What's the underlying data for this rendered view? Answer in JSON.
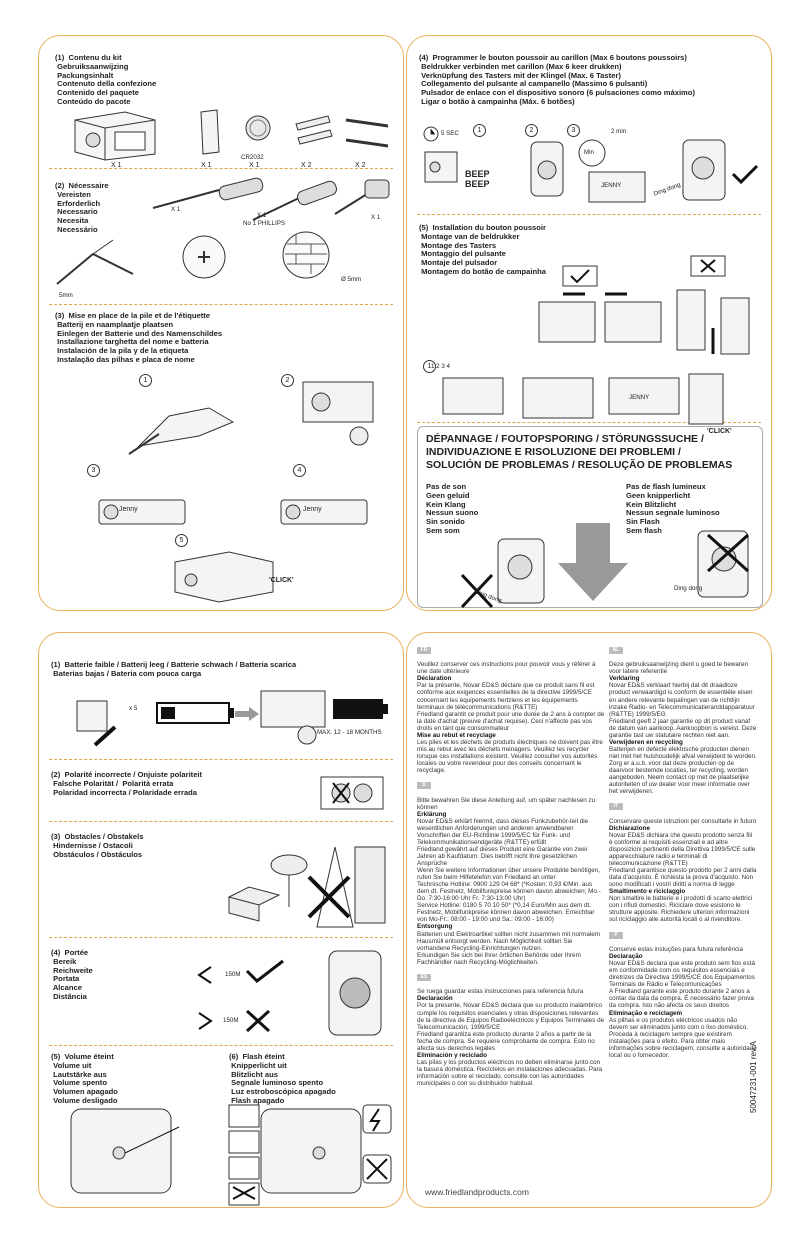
{
  "top_left": {
    "s1": {
      "title": "(1)  Contenu du kit\n Gebruiksaanwijzing\n Packungsinhalt\n Contenuto della confezione\n Contenido del paquete\n Conteúdo do pacote",
      "qty": [
        "X 1",
        "X 1",
        "X 1",
        "X 2",
        "X 2"
      ],
      "battery_label": "CR2032"
    },
    "s2": {
      "title": "(2)  Nécessaire\n Vereisten\n Erforderlich\n Necessario\n Necesita\n Necessário",
      "x1a": "X 1",
      "x1b": "X 1",
      "phillips": "No 1 PHILLIPS",
      "x1c": "X 1",
      "drill": "Ø 5mm",
      "depth": "5mm"
    },
    "s3": {
      "title": "(3)  Mise en place de la pile et de l'étiquette\n Batterij en naamplaatje plaatsen\n Einlegen der Batterie und des Namenschildes\n Installazione targhetta del nome e batteria\n Instalación de la pila y de la etiqueta\n Instalação das pilhas e placa de nome",
      "steps": [
        "1",
        "2",
        "3",
        "4",
        "5"
      ],
      "name_label": "Jenny",
      "click": "'CLICK'"
    }
  },
  "top_right": {
    "s4": {
      "title": "(4)  Programmer le bouton poussoir au carillon (Max 6 boutons poussoirs)\n Beldrukker verbinden met carillon (Max 6 keer drukken)\n Verknüpfung des Tasters mit der Klingel (Max. 6 Taster)\n Collegamento del pulsante al campanello (Massimo 6 pulsanti)\n Pulsador de enlace con el dispositivo sonoro (6 pulsaciones como máximo)\n Ligar o botão à campainha (Máx. 6 botões)",
      "sec": "5 SEC",
      "steps": [
        "1",
        "2",
        "3"
      ],
      "min2": "2 min",
      "min": "Min",
      "beep1": "BEEP",
      "beep2": "BEEP",
      "name_label": "JENNY",
      "dingdong": "Ding dong"
    },
    "s5": {
      "title": "(5)  Installation du bouton poussoir\n Montage van de beldrukker\n Montage des Tasters\n Montaggio del pulsante\n Montaje del pulsador\n Montagem do botão de campainha",
      "steps": "1 2 3 4",
      "name_label": "JENNY",
      "click": "'CLICK'"
    },
    "trouble": {
      "title": "DÉPANNAGE / FOUTOPSPORING / STÖRUNGSSUCHE /\nINDIVIDUAZIONE E RISOLUZIONE DEI PROBLEMI /\nSOLUCIÓN DE PROBLEMAS / RESOLUÇÃO DE PROBLEMAS",
      "no_sound": "Pas de son\nGeen geluid\nKein Klang\nNessun suono\nSin sonido\nSem som",
      "no_flash": "Pas de flash lumineux\nGeen knipperlicht\nKein Blitzlicht\nNessun segnale luminoso\nSin Flash\nSem flash",
      "dingdong": "Ding dong"
    }
  },
  "bottom_left": {
    "b1": {
      "title": "(1)  Batterie faible / Batterij leeg / Batterie schwach / Batteria scarica\n Baterias bajas / Bateria com pouca carga",
      "x5": "x 5",
      "months": "MAX. 12 - 18 MONTHS"
    },
    "b2": {
      "title": "(2)  Polarité incorrecte / Onjuiste polariteit\n Falsche Polarität /  Polarità errata\n Polaridad incorrecta / Polaridade errada"
    },
    "b3": {
      "title": "(3)  Obstacles / Obstakels\n Hindernisse / Ostacoli\n Obstáculos / Obstáculos"
    },
    "b4": {
      "title": "(4)  Portée\n Bereik\n Reichweite\n Portata\n Alcance\n Distância",
      "r1": "150M",
      "r2": "150M"
    },
    "b5": {
      "title": "(5)  Volume éteint\n Volume uit\n Lautstärke aus\n Volume spento\n Volumen apagado\n Volume desligado"
    },
    "b6": {
      "title": "(6)  Flash éteint\n Knipperlicht uit\n Blitzlicht aus\n Segnale luminoso spento\n Luz estroboscópica apagado\n Flash apagado"
    }
  },
  "legal": {
    "fr_flag": "FR",
    "fr": "<p>Veuillez conserver ces instructions pour pouvoir vous y référer à une date ultérieure<br><b>Déclaration</b><br>Par la présente, Novar ED&amp;S déclare que ce produit sans fil est conforme aux exigences essentielles de la directive 1999/5/CE concernant les équipements hertziens et les équipements terminaux de télécommunications (R&amp;TTE)<br>Friedland garantit ce produit pour une durée de 2 ans à compter de la date d'achat (preuve d'achat requise). Ceci n'affecte pas vos droits en tant que consommateur<br><b>Mise au rebut et recyclage</b><br>Les piles et les déchets de produits électriques ne doivent pas être mis au rebut avec les déchets ménagers. Veuillez les recycler lorsque ces installations existent. Veuillez consulter vos autorités locales ou votre revendeur pour des conseils concernant le recyclage.</p>",
    "d_flag": "D",
    "d": "<p>Bitte bewahren Sie diese Anleitung auf, um später nachlesen zu können<br><b>Erklärung</b><br>Novar ED&amp;S erklärt hiermit, dass dieses Funkzubehör-teil die wesentlichen Anforderungen und anderen anwendbaren Vorschriften der EU-Richtlinie 1999/5/EC für Funk- und Telekommunikationsendgeräte (R&amp;TTE) erfüllt<br>Friedland gewährt auf dieses Produkt eine Garantie von zwei Jahren ab Kaufdatum. Dies betrifft nicht Ihre gesetzlichen Ansprüche<br>Wenn Sie weitere Informationen über unsere Produkte benötigen, rufen Sie beim Hilfetelefon von Friedland an unter<br>Technische Hotline: 0900 129 04 68* (*Kosten: 0,93 €/Min. aus dem dt. Festnetz, Mobilfunkpreise können davon abweichen; Mo.-Do. 7:30-16:00 Uhr Fr. 7:30-13:00 Uhr)<br>Service Hotline: 0180 5 70 10 50* (*0,14 Euro/Min aus dem dt. Festnetz, Mobilfunkpreise können davon abweichen. Erreichbar von Mo-Fr.: 08:00 - 19:00 und Sa.: 09:00 - 16:00)<br><b>Entsorgung</b><br>Batterien und Elektroartikel sollten nicht zusammen mit normalem Hausmüll entsorgt werden. Nach Möglichkeit sollten Sie vorhandene Recycling-Einrichtungen nutzen.<br>Erkundigen Sie sich bei Ihrer örtlichen Behörde oder Ihrem Fachhändler nach Recycling-Möglichkeiten.</p>",
    "es_flag": "ES",
    "es": "<p>Se ruega guardar estas instrucciones para referencia futura<br><b>Declaración</b><br>Por la presente, Novar ED&amp;S declara que su producto inalámbrico cumple los requisitos esenciales y otras disposiciones relevantes de la directiva de Equipos Radioeléctricos y Equipos Terminales de Telecomunicación, 1999/5/CE<br>Friedland garantiza este producto durante 2 años a partir de la fecha de compra. Se requiere comprobante de compra. Esto no afecta sus derechos legales<br><b>Eliminación y reciclado</b><br>Las pilas y los productos eléctricos no deben eliminarse junto con la basura doméstica. Recíclelos en instalaciones adecuadas. Para información sobre el reciclado, consulte con las autoridades municipales o con su distribuidor habitual.</p>",
    "nl_flag": "NL",
    "nl": "<p>Deze gebruiksaanwijzing dient u goed te bewaren voor latere referentie<br><b>Verklaring</b><br>Novar ED&amp;S verklaart hierbij dat dit draadloze product verwaardigd is conform de essentiële eisen en andere relevante bepalingen van de richtlijn inzake Radio- en Telecommunicatieranddapparatuur (R&amp;TTE) 1999/5/EG<br>Friedland geeft 2 jaar garantie op dit product vanaf de datum van aankoop. Aankoopbon is vereist. Deze garantie tast uw statutaire rechten niet aan.<br><b>Verwijderen en recycling</b><br>Batterijen en defecte elektrische producten dienen niet met het huishoudelijk afval verwijderd te worden. Zorg er a.u.b. voor dat deze producten op de daarvoor bestemde locaties, ter recycling, worden aangeboden. Neem contact op met de plaatselijke autoriteiten of uw dealer voor meer informatie over het verwijderen.</p>",
    "it_flag": "IT",
    "it": "<p>Conservare queste istruzioni per consultarle in futuro<br><b>Dichiarazione</b><br>Novar ED&amp;S dichiara che questo prodotto senza fili è conforme ai requisiti essenziali e ad altre disposizioni pertinenti della Direttiva 1999/5/CE sulle apparecchiature radio e terminali di telecomunicazione (R&amp;TTE)<br>Friedland garantisce questo prodotto per 2 anni dalla data d'acquisto. È richiesta la prova d'acquisto. Non sono modificati i vostri diritti a norma di legge<br><b>Smaltimento e riciclaggio</b><br>Non smaltire le batterie e i prodotti di scarto elettrici con i rifiuti domestici. Riciclare dove esistono le strutture apposite. Richiedere ulteriori informazioni sul riciclaggio alle autorità locali o al rivenditore.</p>",
    "p_flag": "P",
    "p": "<p>Conserve estas instuções para futura referência<br><b>Declaração</b><br>Novar ED&amp;S declara que este produto sem fios está em conformidade com os requisitos essenciais e diretrizes da Directiva 1999/5/CE dos Equipamentos Terminais de Rádio e Telecomunicações<br>A Friedland garante este produto durante 2 anos a contar da data da compra. É necessário fazer prova da compra. Isto não afecta os seus direitos<br><b>Eliminação e reciclagem</b><br>As pilhas e os produtos eléctricos usados não devem ser eliminados junto com o lixo doméstico. Proceda à reciclagem sempre que existirem instalações para o efeito. Para obter mais informações sobre reciclagem, consulte a autoridade local ou o fornecedor.</p>",
    "website": "www.friedlandproducts.com",
    "docnum": "50047231-001 rev.A"
  },
  "colors": {
    "border": "#e7b25b",
    "accent": "#e0a54a",
    "ink": "#222222"
  }
}
